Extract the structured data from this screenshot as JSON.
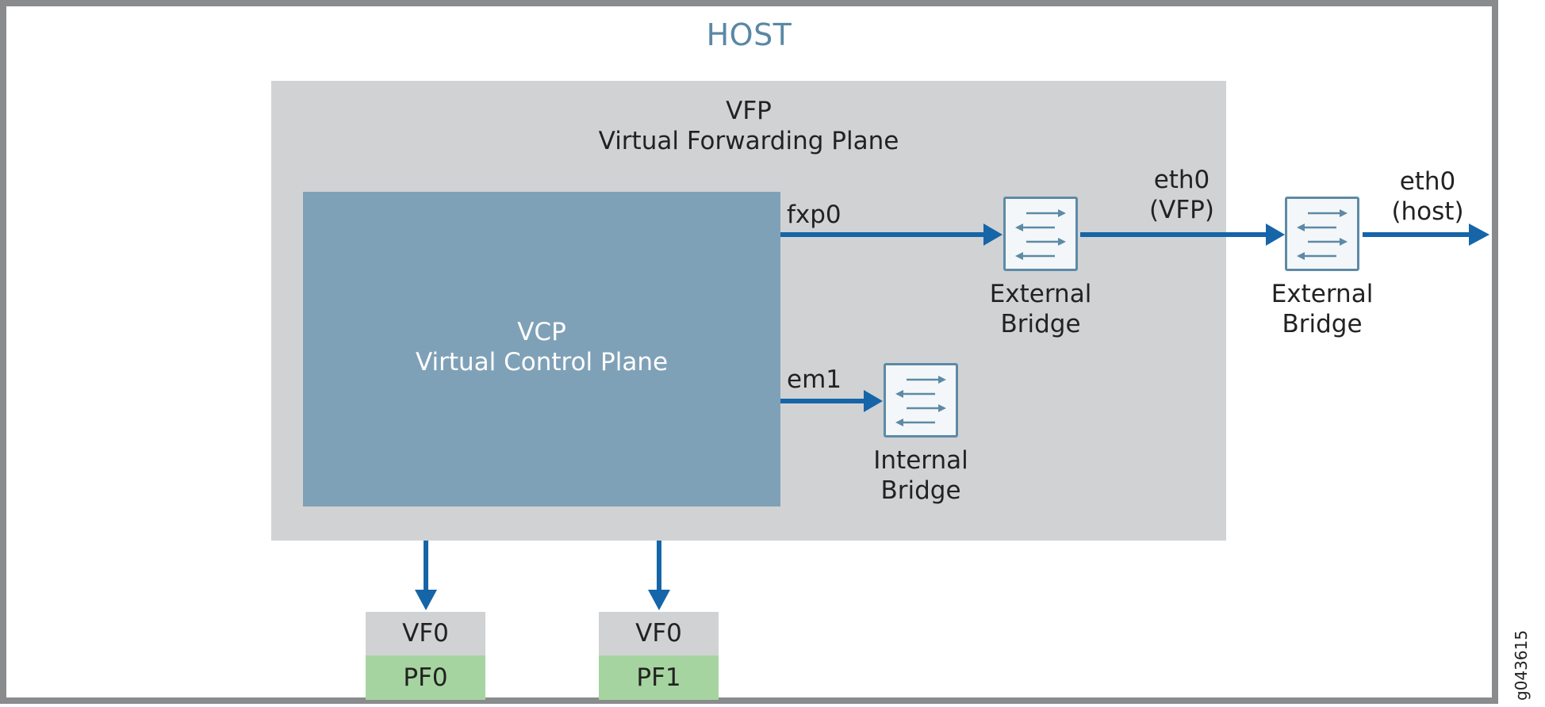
{
  "host": {
    "title": "HOST"
  },
  "vfp": {
    "line1": "VFP",
    "line2": "Virtual Forwarding Plane"
  },
  "vcp": {
    "line1": "VCP",
    "line2": "Virtual Control Plane"
  },
  "interfaces": {
    "fxp0": "fxp0",
    "em1": "em1",
    "eth0_vfp_line1": "eth0",
    "eth0_vfp_line2": "(VFP)",
    "eth0_host_line1": "eth0",
    "eth0_host_line2": "(host)"
  },
  "bridges": {
    "external_1": {
      "line1": "External",
      "line2": "Bridge"
    },
    "external_2": {
      "line1": "External",
      "line2": "Bridge"
    },
    "internal": {
      "line1": "Internal",
      "line2": "Bridge"
    }
  },
  "functions": [
    {
      "vf": "VF0",
      "pf": "PF0"
    },
    {
      "vf": "VF0",
      "pf": "PF1"
    }
  ],
  "figure_id": "g043615",
  "colors": {
    "arrow": "#1565a8",
    "host_border": "#8a8b8d",
    "host_title": "#5a88a5",
    "vfp_fill": "#d1d2d4",
    "vcp_fill": "#7fa1b7",
    "pf_fill": "#a6d4a0",
    "bridge_border": "#5d8aa6"
  }
}
